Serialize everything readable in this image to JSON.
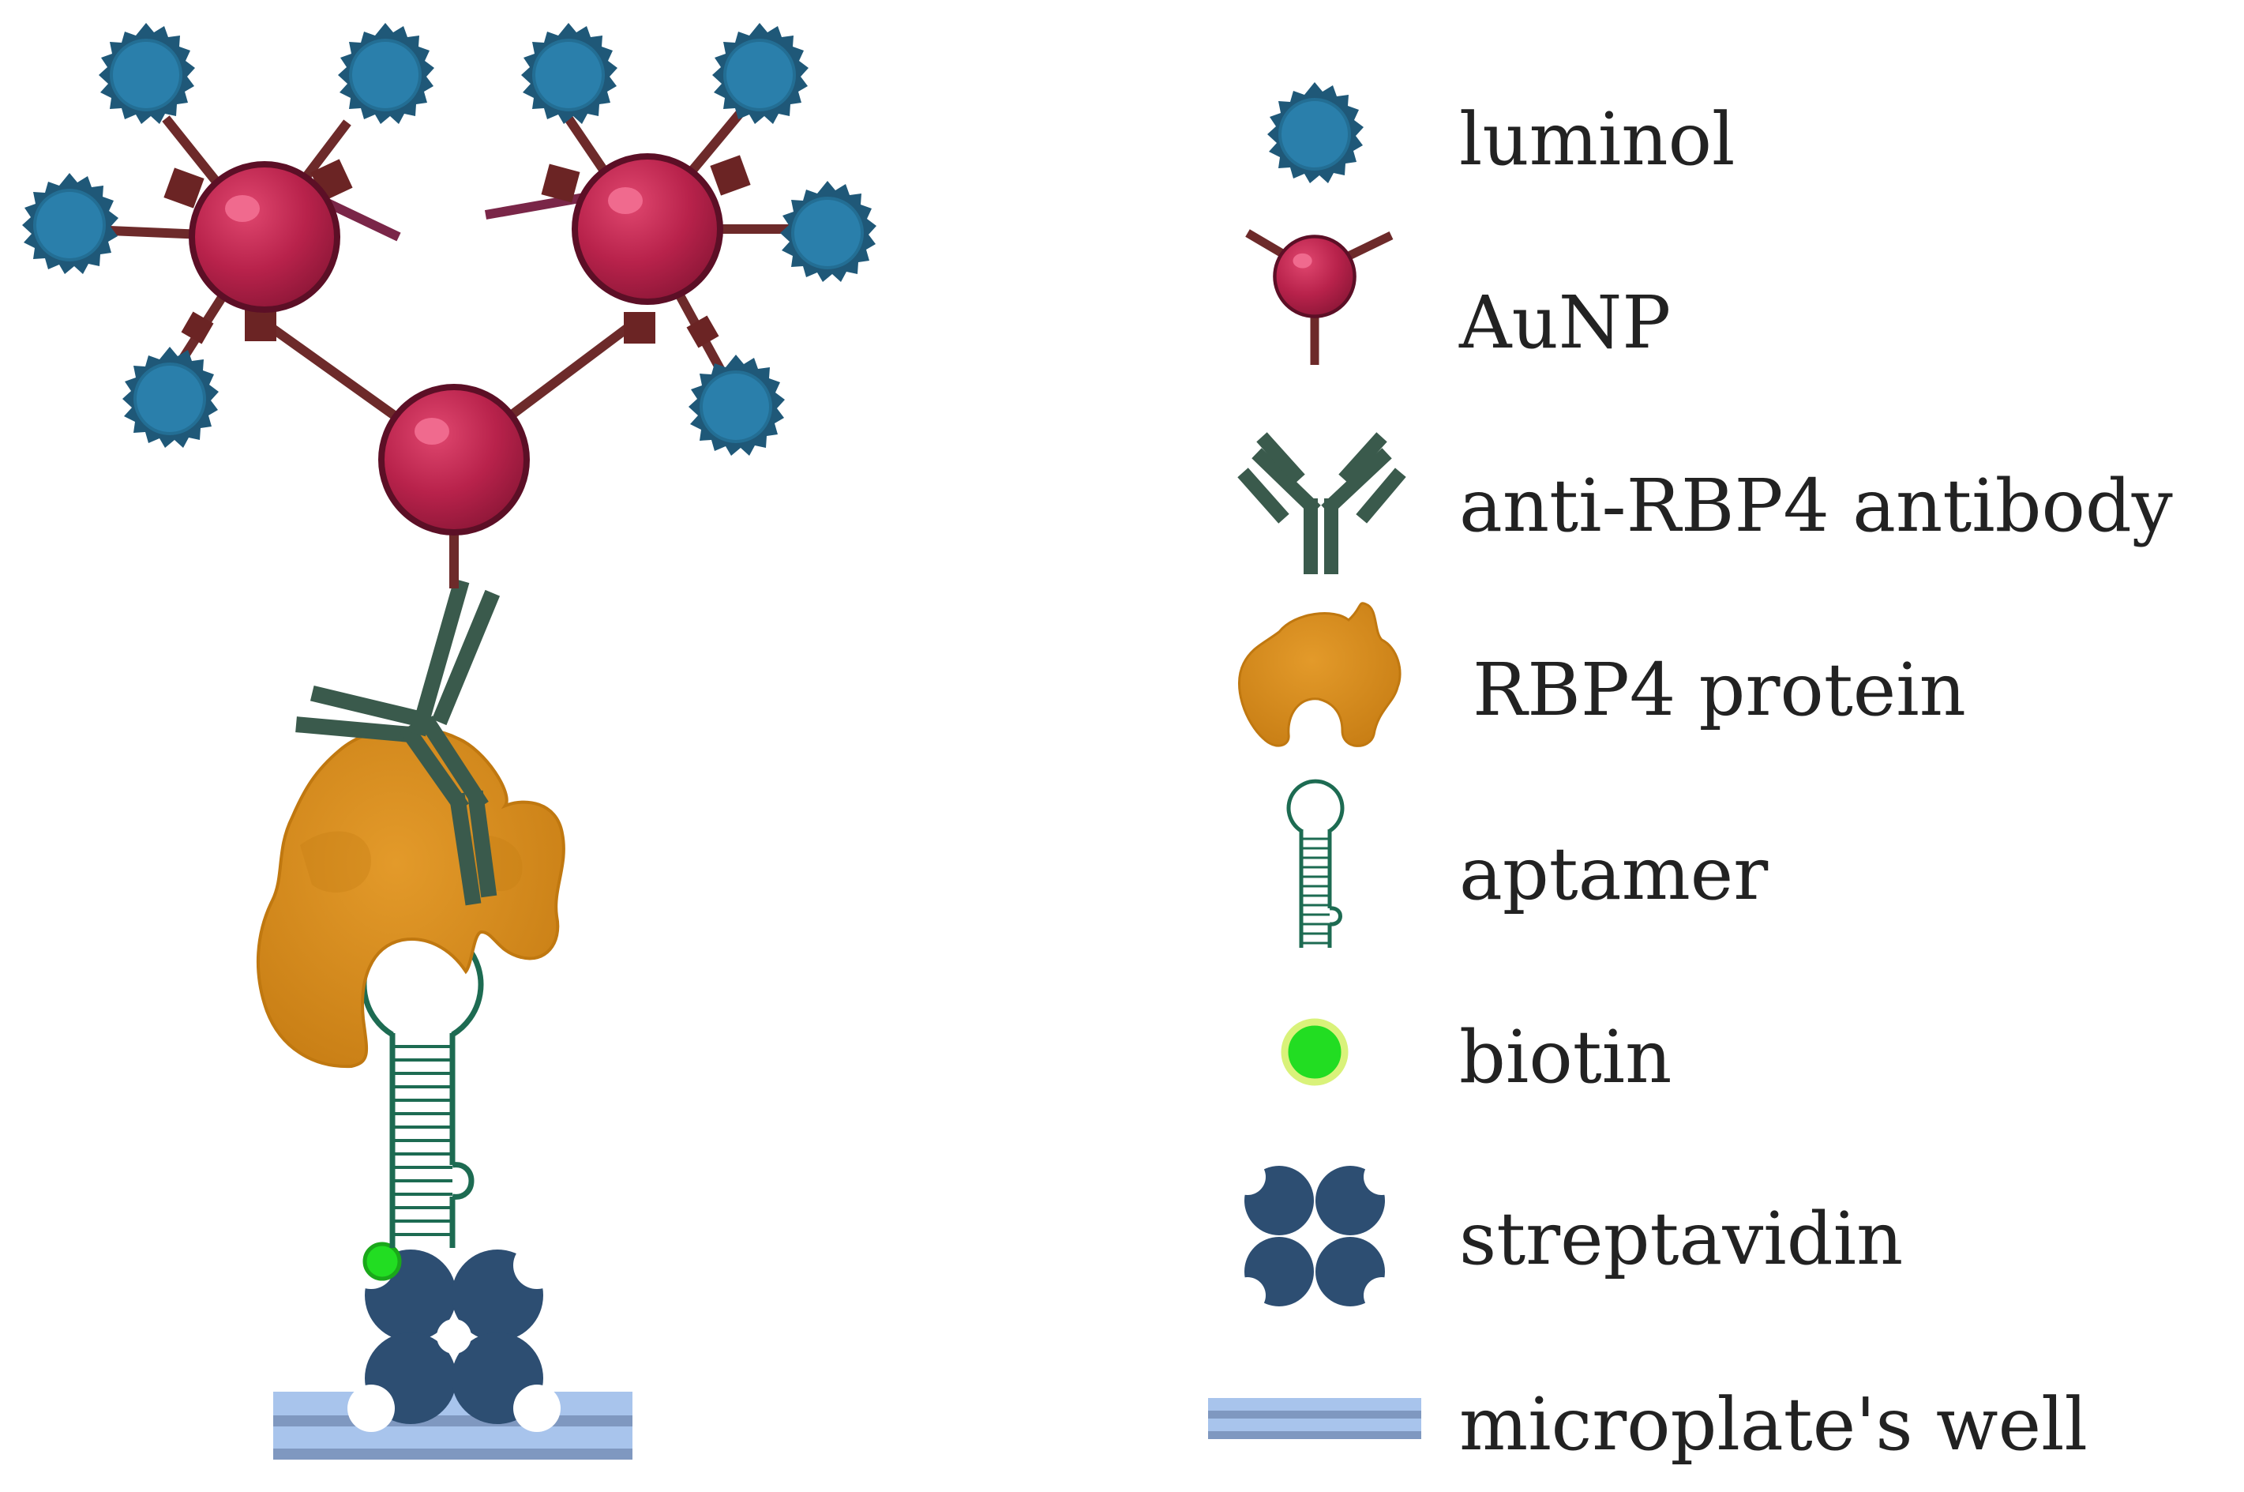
{
  "legend": {
    "items": [
      {
        "key": "luminol",
        "label": "luminol",
        "icon": "luminol-icon"
      },
      {
        "key": "aunp",
        "label": "AuNP",
        "icon": "aunp-icon"
      },
      {
        "key": "antibody",
        "label": "anti-RBP4 antibody",
        "icon": "antibody-icon"
      },
      {
        "key": "protein",
        "label": "RBP4 protein",
        "icon": "protein-icon"
      },
      {
        "key": "aptamer",
        "label": "aptamer",
        "icon": "aptamer-icon"
      },
      {
        "key": "biotin",
        "label": "biotin",
        "icon": "biotin-icon"
      },
      {
        "key": "streptavidin",
        "label": "streptavidin",
        "icon": "streptavidin-icon"
      },
      {
        "key": "well",
        "label": "microplate's well",
        "icon": "microplate-well-icon"
      }
    ]
  },
  "colors": {
    "luminol": "#2a7fab",
    "luminol_edge": "#1c4d6b",
    "aunp": "#b8224b",
    "aunp_dark": "#6b1530",
    "linker": "#6d2a2a",
    "antibody": "#3a5a4c",
    "protein": "#d98e1c",
    "protein_dark": "#b06f12",
    "aptamer": "#1d6b52",
    "biotin": "#22dd22",
    "streptavidin": "#2d4e72",
    "well_light": "#a8c4ec",
    "well_dark": "#7f98c0",
    "text": "#222222"
  }
}
